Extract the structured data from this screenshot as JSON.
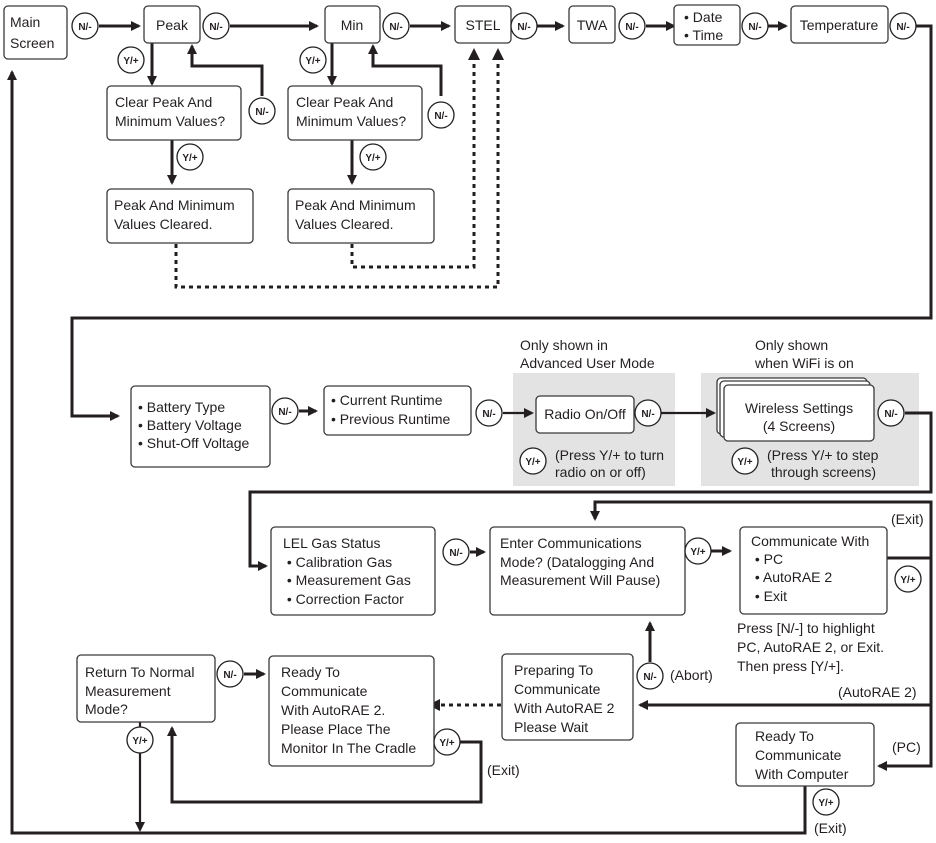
{
  "colors": {
    "line": "#231f20",
    "box_border": "#3a3a3a",
    "shade": "#e3e3e3",
    "background": "#ffffff"
  },
  "buttons": {
    "next": "N/-",
    "yes": "Y/+"
  },
  "screens": {
    "main_screen": [
      "Main",
      "Screen"
    ],
    "peak": "Peak",
    "min": "Min",
    "stel": "STEL",
    "twa": "TWA",
    "date_time": [
      "• Date",
      "• Time"
    ],
    "temperature": "Temperature",
    "clear_peak_1": [
      "Clear Peak And",
      "Minimum Values?"
    ],
    "clear_peak_2": [
      "Clear Peak And",
      "Minimum Values?"
    ],
    "cleared_1": [
      "Peak And Minimum",
      "Values Cleared."
    ],
    "cleared_2": [
      "Peak And Minimum",
      "Values Cleared."
    ],
    "battery": [
      "• Battery Type",
      "• Battery Voltage",
      "• Shut-Off Voltage"
    ],
    "runtime": [
      "• Current Runtime",
      "• Previous Runtime"
    ],
    "radio": "Radio On/Off",
    "wireless": [
      "Wireless Settings",
      "(4 Screens)"
    ],
    "lel": [
      "LEL Gas Status",
      " • Calibration Gas",
      " • Measurement Gas",
      " • Correction Factor"
    ],
    "enter_comm": [
      "Enter Communications",
      "Mode? (Datalogging And",
      "Measurement Will Pause)"
    ],
    "communicate_with": [
      "Communicate With",
      " • PC",
      " • AutoRAE 2",
      " • Exit"
    ],
    "return_normal": [
      "Return To Normal",
      "Measurement",
      "Mode?"
    ],
    "ready_autorae": [
      "Ready To",
      "Communicate",
      "With AutoRAE 2.",
      "Please Place The",
      "Monitor In The Cradle"
    ],
    "preparing": [
      "Preparing To",
      "Communicate",
      "With AutoRAE 2",
      "Please Wait"
    ],
    "ready_computer": [
      "Ready To",
      "Communicate",
      "With Computer"
    ]
  },
  "notes": {
    "advanced_mode": [
      "Only shown in",
      "Advanced User Mode"
    ],
    "wifi_on": [
      "Only shown",
      "when WiFi is on"
    ],
    "radio_hint": [
      "(Press Y/+ to turn",
      "radio on or off)"
    ],
    "wireless_hint": [
      "(Press Y/+ to step",
      "through screens)"
    ],
    "highlight_hint": [
      "Press [N/-] to highlight",
      "PC, AutoRAE 2, or Exit.",
      "Then press [Y/+]."
    ],
    "exit": "(Exit)",
    "abort": "(Abort)",
    "autorae2": "(AutoRAE 2)",
    "pc": "(PC)"
  }
}
